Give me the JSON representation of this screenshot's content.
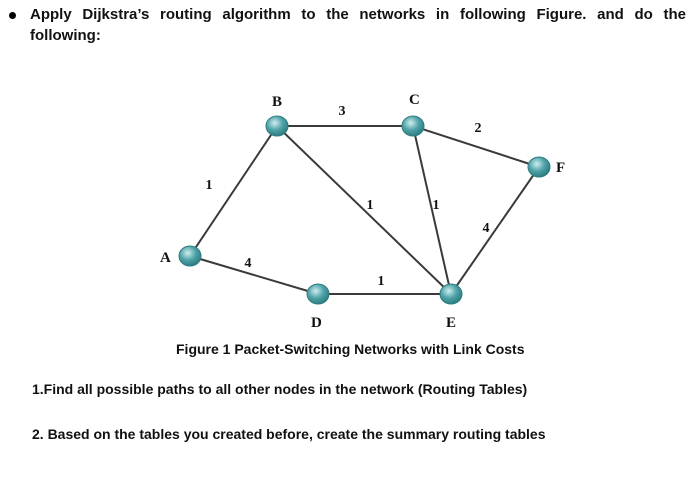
{
  "header": {
    "task_text": "Apply Dijkstra’s routing algorithm to the networks in following Figure. and do the following:"
  },
  "figure": {
    "caption": "Figure 1 Packet-Switching Networks with Link Costs",
    "nodes": [
      {
        "id": "A",
        "label": "A"
      },
      {
        "id": "B",
        "label": "B"
      },
      {
        "id": "C",
        "label": "C"
      },
      {
        "id": "D",
        "label": "D"
      },
      {
        "id": "E",
        "label": "E"
      },
      {
        "id": "F",
        "label": "F"
      }
    ],
    "links": [
      {
        "from": "A",
        "to": "B",
        "cost": "1"
      },
      {
        "from": "A",
        "to": "D",
        "cost": "4"
      },
      {
        "from": "B",
        "to": "C",
        "cost": "3"
      },
      {
        "from": "B",
        "to": "E",
        "cost": "1"
      },
      {
        "from": "D",
        "to": "E",
        "cost": "1"
      },
      {
        "from": "C",
        "to": "E",
        "cost": "1"
      },
      {
        "from": "C",
        "to": "F",
        "cost": "2"
      },
      {
        "from": "E",
        "to": "F",
        "cost": "4"
      }
    ],
    "colors": {
      "node_fill": "#4fa3a8",
      "node_highlight": "#cfeef0",
      "node_outline": "#2f7d82",
      "edge": "#3a3a3a"
    }
  },
  "questions": [
    "1.Find all possible paths to all other nodes in the network (Routing Tables)",
    "2. Based on the tables you created before, create the summary routing tables"
  ]
}
